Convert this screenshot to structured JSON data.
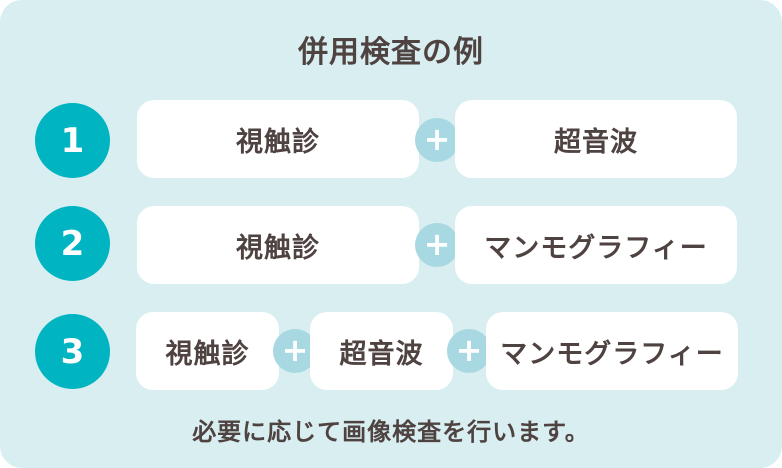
{
  "panel": {
    "title": "併用検査の例",
    "footnote": "必要に応じて画像検査を行います。"
  },
  "plus_symbol": "+",
  "rows": [
    {
      "number": "1",
      "items": [
        "視触診",
        "超音波"
      ]
    },
    {
      "number": "2",
      "items": [
        "視触診",
        "マンモグラフィー"
      ]
    },
    {
      "number": "3",
      "items": [
        "視触診",
        "超音波",
        "マンモグラフィー"
      ]
    }
  ],
  "colors": {
    "panel_bg": "#d9eef1",
    "number_circle": "#00b4c2",
    "plus_circle": "#a8d8e1",
    "box_bg": "#ffffff",
    "text_color": "#4e4341"
  }
}
